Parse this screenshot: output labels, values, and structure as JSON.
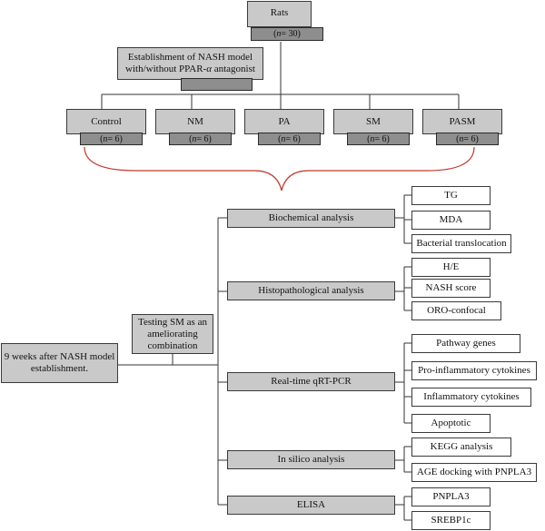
{
  "top": {
    "title": "Rats",
    "n_var": "n",
    "n_rest": " = 30)"
  },
  "establishment": {
    "line1": "Establishment of NASH model",
    "line2": "with/without PPAR-",
    "alpha": "α",
    "line2_end": " antagonist"
  },
  "groups": [
    {
      "label": "Control",
      "n": "6"
    },
    {
      "label": "NM",
      "n": "6"
    },
    {
      "label": "PA",
      "n": "6"
    },
    {
      "label": "SM",
      "n": "6"
    },
    {
      "label": "PASM",
      "n": "6"
    }
  ],
  "start": {
    "line1": "9 weeks after NASH model",
    "line2": "establishment."
  },
  "testing": {
    "line1": "Testing SM as an",
    "line2": "ameliorating",
    "line3": "combination"
  },
  "analyses": [
    {
      "label": "Biochemical analysis",
      "items": [
        "TG",
        "MDA",
        "Bacterial translocation"
      ]
    },
    {
      "label": "Histopathological analysis",
      "items": [
        "H/E",
        "NASH score",
        "ORO-confocal"
      ]
    },
    {
      "label": "Real-time qRT-PCR",
      "items": [
        "Pathway genes",
        "Pro-inflammatory cytokines",
        "Inflammatory cytokines",
        "Apoptotic"
      ]
    },
    {
      "label": "In silico analysis",
      "items": [
        "KEGG analysis",
        "AGE docking with PNPLA3"
      ]
    },
    {
      "label": "ELISA",
      "items": [
        "PNPLA3",
        "SREBP1c"
      ]
    }
  ],
  "colors": {
    "box_fill": "#c9c9c9",
    "sub_fill": "#8e8e8e",
    "line": "#333333",
    "brace": "#c0392b"
  }
}
